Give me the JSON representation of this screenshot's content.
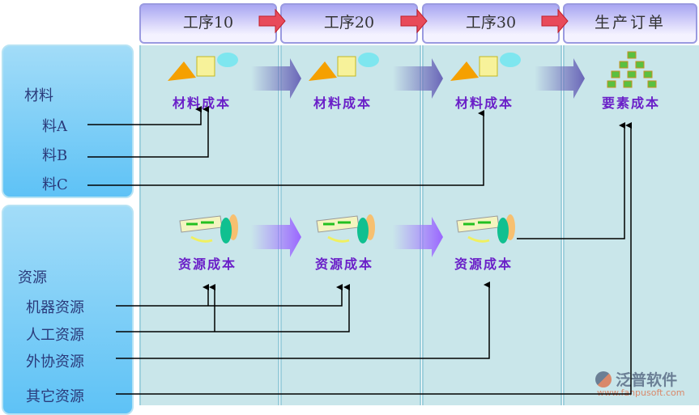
{
  "headers": [
    "工序10",
    "工序20",
    "工序30",
    "生产订单"
  ],
  "materials": {
    "title": "材料",
    "items": [
      "料A",
      "料B",
      "料C"
    ]
  },
  "resources": {
    "title": "资源",
    "items": [
      "机器资源",
      "人工资源",
      "外协资源",
      "其它资源"
    ]
  },
  "material_cost": "材料成本",
  "resource_cost": "资源成本",
  "element_cost": "要素成本",
  "logo": {
    "name": "泛普软件",
    "url": "www.fanpusoft.com"
  }
}
